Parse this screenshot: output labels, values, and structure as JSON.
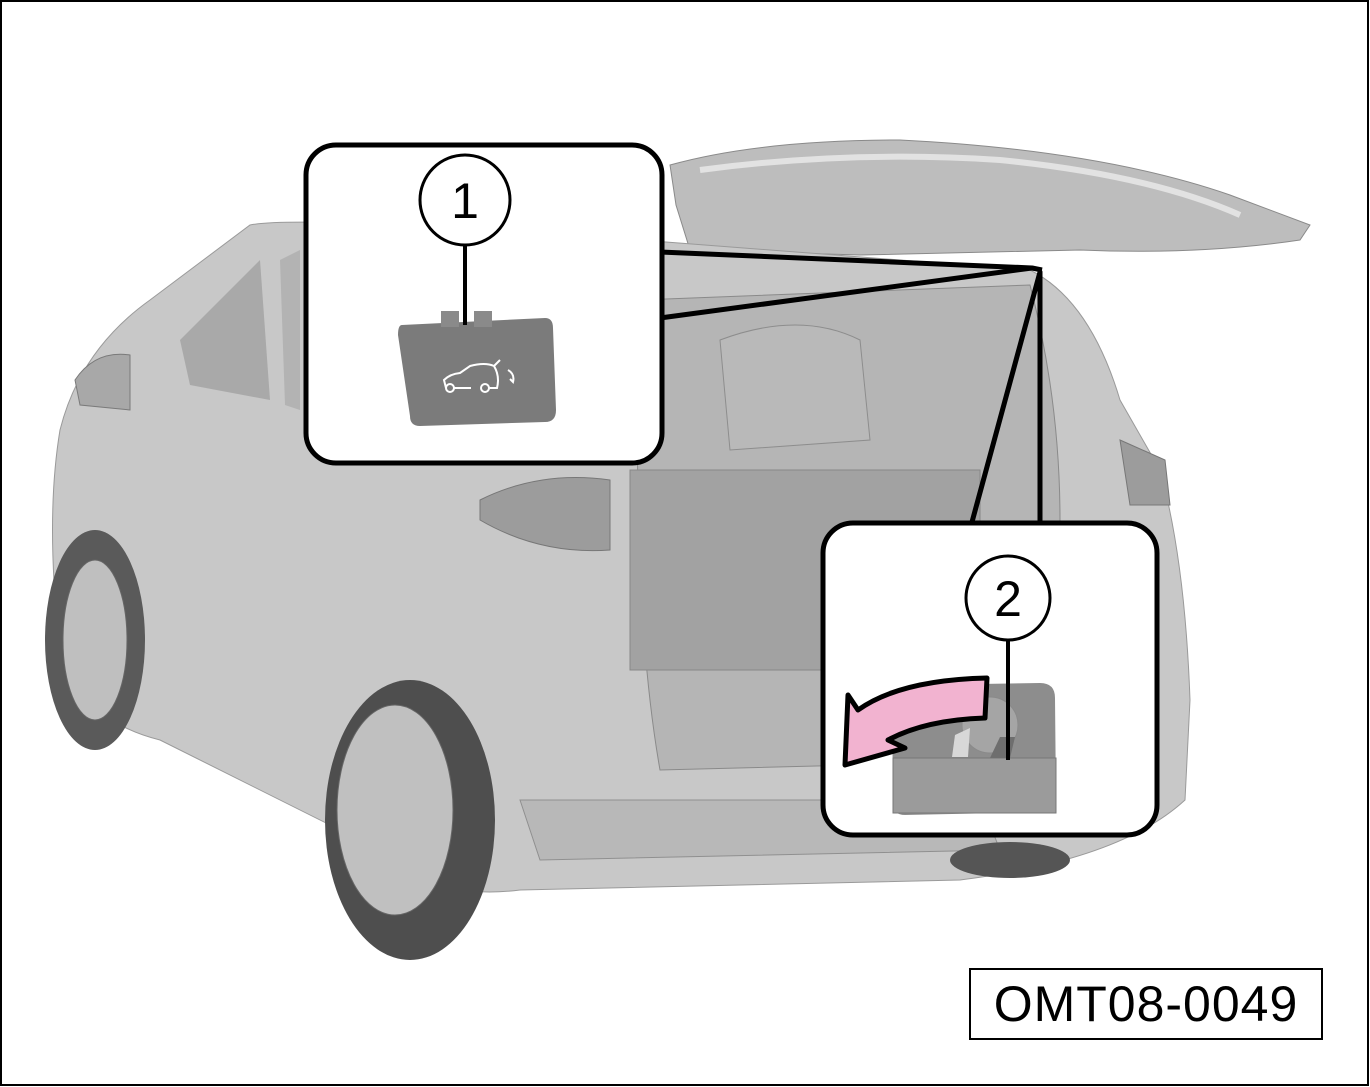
{
  "figure": {
    "code": "OMT08-0049",
    "callouts": [
      {
        "number": "1",
        "subject": "tailgate-switch-cover"
      },
      {
        "number": "2",
        "subject": "cover-removal"
      }
    ],
    "colors": {
      "vehicle": "#c8c8c8",
      "cover": "#7b7b7b",
      "arrow": "#f2b3d0",
      "outline": "#000000"
    }
  }
}
